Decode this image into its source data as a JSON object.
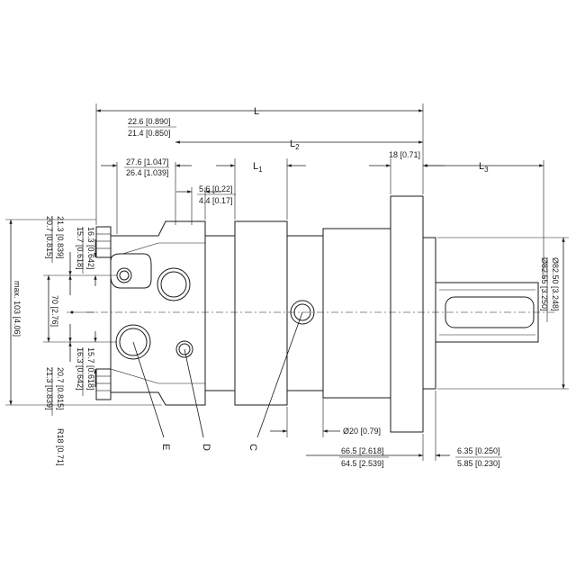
{
  "dimensions": {
    "L": "L",
    "L2": "L",
    "L2_sub": "2",
    "L1": "L",
    "L1_sub": "1",
    "L3": "L",
    "L3_sub": "3",
    "top_22_6": "22.6 [0.890]",
    "top_21_4": "21.4 [0.850]",
    "top_27_6": "27.6 [1.047]",
    "top_26_4": "26.4 [1.039]",
    "top_5_6": "5.6 [0.22]",
    "top_4_4": "4.4 [0.17]",
    "flange_18": "18 [0.71]",
    "left_20_7_top": "20.7 [0.815]",
    "left_21_3_top": "21.3 [0.839]",
    "left_15_7_top": "15.7 [0.618]",
    "left_16_3_top": "16.3 [0.642]",
    "left_max": "max. 103 [4.06]",
    "left_70": "70 [2.76]",
    "left_16_3_bot": "16.3 [0.642]",
    "left_15_7_bot": "15.7 [0.618]",
    "left_21_3_bot": "21.3 [0.839]",
    "left_20_7_bot": "20.7 [0.815]",
    "r18": "R18 [0.71]",
    "right_82_55": "Ø82.55 [3.250]",
    "right_82_50": "Ø82.50 [3.248]",
    "dia_20": "Ø20 [0.79]",
    "bot_66_5": "66.5 [2.618]",
    "bot_64_5": "64.5 [2.539]",
    "bot_6_35": "6.35 [0.250]",
    "bot_5_85": "5.85 [0.230]"
  },
  "ports": {
    "E": "E",
    "D": "D",
    "C": "C"
  }
}
